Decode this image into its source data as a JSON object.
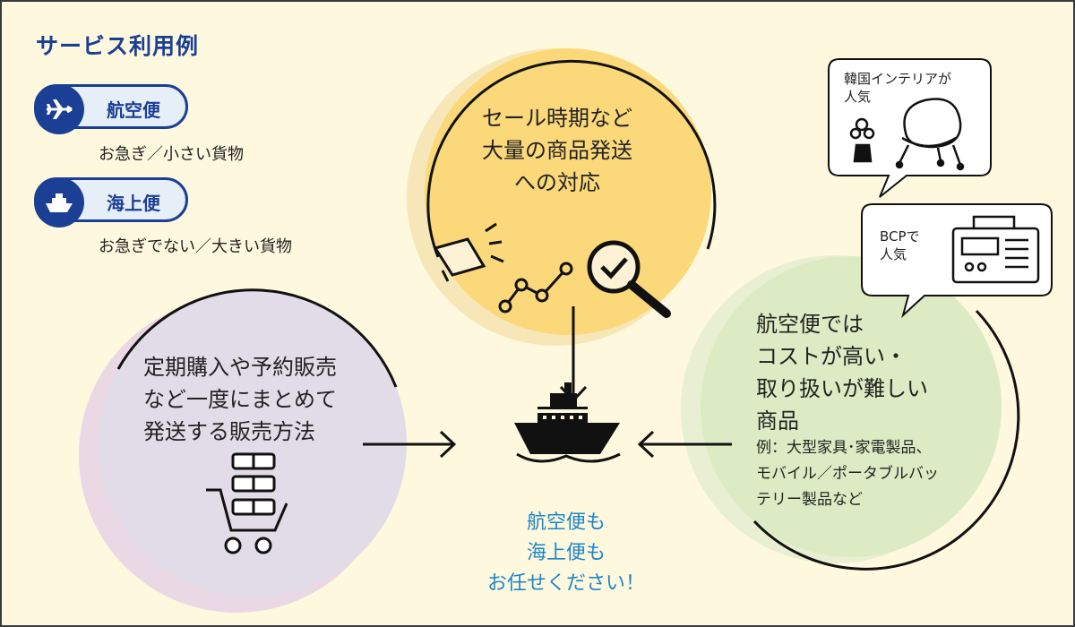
{
  "title": "サービス利用例",
  "shipping": {
    "air": {
      "label": "航空便",
      "desc": "お急ぎ／小さい貨物"
    },
    "sea": {
      "label": "海上便",
      "desc": "お急ぎでない／大きい貨物"
    }
  },
  "circles": {
    "top": {
      "lines": [
        "セール時期など",
        "大量の商品発送",
        "への対応"
      ]
    },
    "left": {
      "lines": [
        "定期購入や予約販売",
        "など一度にまとめて",
        "発送する販売方法"
      ]
    },
    "right": {
      "lines": [
        "航空便では",
        "コストが高い・",
        "取り扱いが難しい",
        "商品"
      ],
      "note": [
        "例：大型家具･家電製品、",
        "モバイル／ポータブルバッ",
        "テリー製品など"
      ]
    }
  },
  "center": {
    "lines": [
      "航空便も",
      "海上便も",
      "お任せください！"
    ]
  },
  "bubbles": {
    "korea": {
      "lines": [
        "韓国インテリアが",
        "人気"
      ]
    },
    "bcp": {
      "lines": [
        "BCPで",
        "人気"
      ]
    }
  },
  "colors": {
    "navy": "#1b3f94",
    "yellow_circle": "#fbd87a",
    "purple_circle": "#e2dbe8",
    "green_circle": "#dcebc3",
    "center_text": "#1e86c9"
  }
}
